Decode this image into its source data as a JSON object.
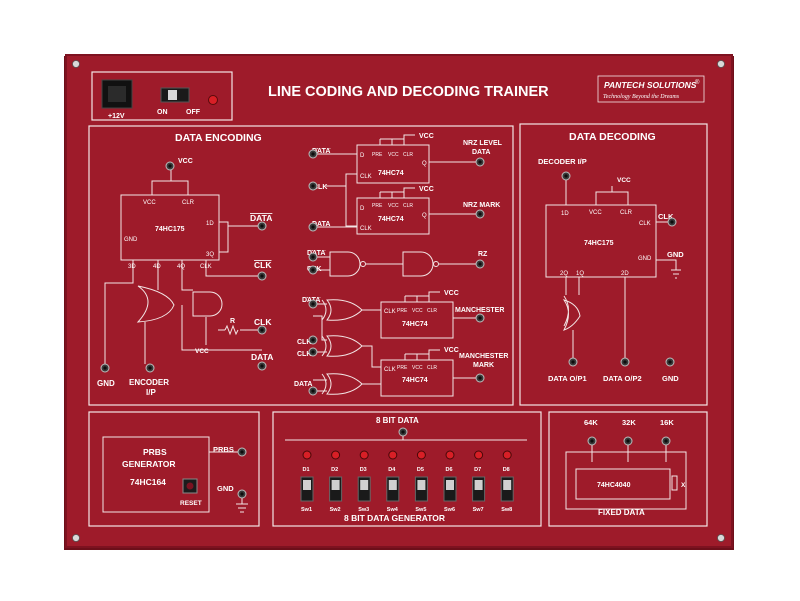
{
  "title": "LINE CODING AND DECODING TRAINER",
  "brand": {
    "name": "PANTECH SOLUTIONS",
    "reg": "®",
    "tagline": "Technology Beyond the Dreams"
  },
  "colors": {
    "board": "#9e1b2a",
    "board_edge": "#7e1220",
    "line": "#f3e6e6",
    "led": "#d81f26"
  },
  "power": {
    "supply": "+12V",
    "on": "ON",
    "off": "OFF"
  },
  "encoding": {
    "title": "DATA ENCODING",
    "vcc": "VCC",
    "ic": "74HC175",
    "pins": {
      "vcc": "VCC",
      "clr": "CLR",
      "d1": "1D",
      "gnd": "GND",
      "q3": "3Q",
      "d3": "3D",
      "d4": "4D",
      "q4": "4Q",
      "clk": "CLK"
    },
    "out_data_bar": "DATA",
    "out_clk_bar": "CLK",
    "out_clk": "CLK",
    "out_data": "DATA",
    "resistor": "R",
    "vcc_small": "VCC",
    "gnd": "GND",
    "encoder_ip_1": "ENCODER",
    "encoder_ip_2": "I/P"
  },
  "middle": {
    "data_bar": "DATA",
    "clk": "CLK",
    "data": "DATA",
    "ff_name": "74HC74",
    "ff_pins": {
      "pre": "PRE",
      "vcc": "VCC",
      "clr": "CLR",
      "d": "D",
      "q": "Q",
      "clk": "CLK"
    },
    "vcc": "VCC",
    "nrz_level_1": "NRZ LEVEL",
    "nrz_level_2": "DATA",
    "nrz_mark": "NRZ MARK",
    "rz": "RZ",
    "manchester": "MANCHESTER",
    "manchester_mark_1": "MANCHESTER",
    "manchester_mark_2": "MARK"
  },
  "decoding": {
    "title": "DATA DECODING",
    "decoder_ip": "DECODER I/P",
    "vcc": "VCC",
    "ic": "74HC175",
    "pins": {
      "d1": "1D",
      "vcc": "VCC",
      "clr": "CLR",
      "clk": "CLK",
      "gnd": "GND",
      "q2": "2Q",
      "q1": "1Q",
      "d2": "2D"
    },
    "clk": "CLK",
    "gnd": "GND",
    "out1": "DATA O/P1",
    "out2": "DATA O/P2",
    "out_gnd": "GND"
  },
  "prbs": {
    "title_1": "PRBS",
    "title_2": "GENERATOR",
    "ic": "74HC164",
    "prbs": "PRBS",
    "gnd": "GND",
    "reset": "RESET"
  },
  "bits": {
    "title": "8 BIT DATA",
    "leds": [
      "D1",
      "D2",
      "D3",
      "D4",
      "D5",
      "D6",
      "D7",
      "D8"
    ],
    "switches": [
      "Sw1",
      "Sw2",
      "Sw3",
      "Sw4",
      "Sw5",
      "Sw6",
      "Sw7",
      "Sw8"
    ],
    "footer": "8 BIT DATA GENERATOR"
  },
  "fixed": {
    "f1": "64K",
    "f2": "32K",
    "f3": "16K",
    "ic": "74HC4040",
    "x": "X",
    "footer": "FIXED DATA"
  }
}
